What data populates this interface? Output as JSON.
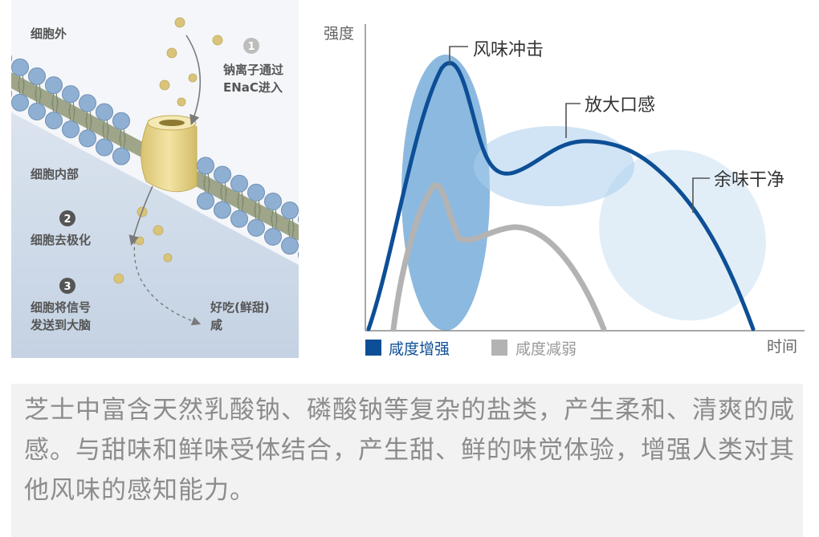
{
  "cell": {
    "outside_label": "细胞外",
    "inside_label": "细胞内部",
    "steps": [
      {
        "number": "1",
        "lines": [
          "钠离子通过",
          "ENaC进入"
        ]
      },
      {
        "number": "2",
        "lines": [
          "细胞去极化"
        ]
      },
      {
        "number": "3",
        "lines": [
          "细胞将信号",
          "发送到大脑"
        ]
      }
    ],
    "result_lines": [
      "好吃(鲜甜)",
      "咸"
    ]
  },
  "chart": {
    "ylabel": "强度",
    "xlabel": "时间",
    "annotations": [
      "风味冲击",
      "放大口感",
      "余味干净"
    ],
    "legend": [
      {
        "name": "咸度增强",
        "color": "#0d4f96"
      },
      {
        "name": "咸度减弱",
        "color": "#b3b3b3"
      }
    ]
  },
  "colors": {
    "blue_line": "#0d4f96",
    "gray_line": "#b3b3b3",
    "ellipse_dark": "#3f8ac9",
    "ellipse_light": "#aacdec",
    "membrane_head": "#8fb0d2",
    "channel": "#e9d68a",
    "sodium": "#d8c47a"
  },
  "caption": "芝士中富含天然乳酸钠、磷酸钠等复杂的盐类，产生柔和、清爽的咸感。与甜味和鲜味受体结合，产生甜、鲜的味觉体验，增强人类对其他风味的感知能力。"
}
